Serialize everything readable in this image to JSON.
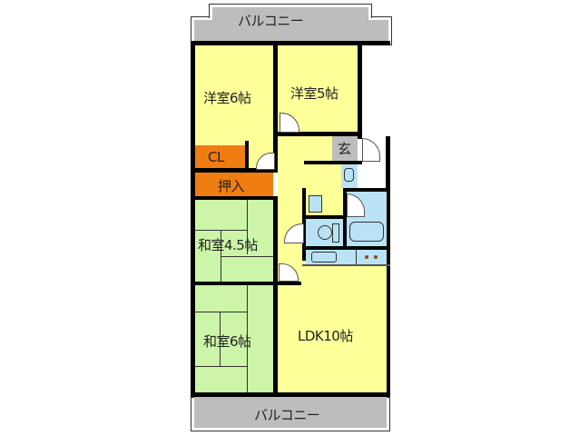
{
  "floorplan": {
    "balcony_top": "バルコニー",
    "balcony_bottom": "バルコニー",
    "rooms": {
      "western6": "洋室6帖",
      "western5": "洋室5帖",
      "closet": "CL",
      "oshiire": "押入",
      "japanese45": "和室4.5帖",
      "japanese6": "和室6帖",
      "ldk": "LDK10帖",
      "entrance": "玄"
    },
    "colors": {
      "western": "#ffff99",
      "japanese": "#ccf5a8",
      "storage": "#f07d12",
      "balcony": "#bdbdbd",
      "wet_area": "#b9e3f5",
      "wall": "#000000"
    }
  }
}
